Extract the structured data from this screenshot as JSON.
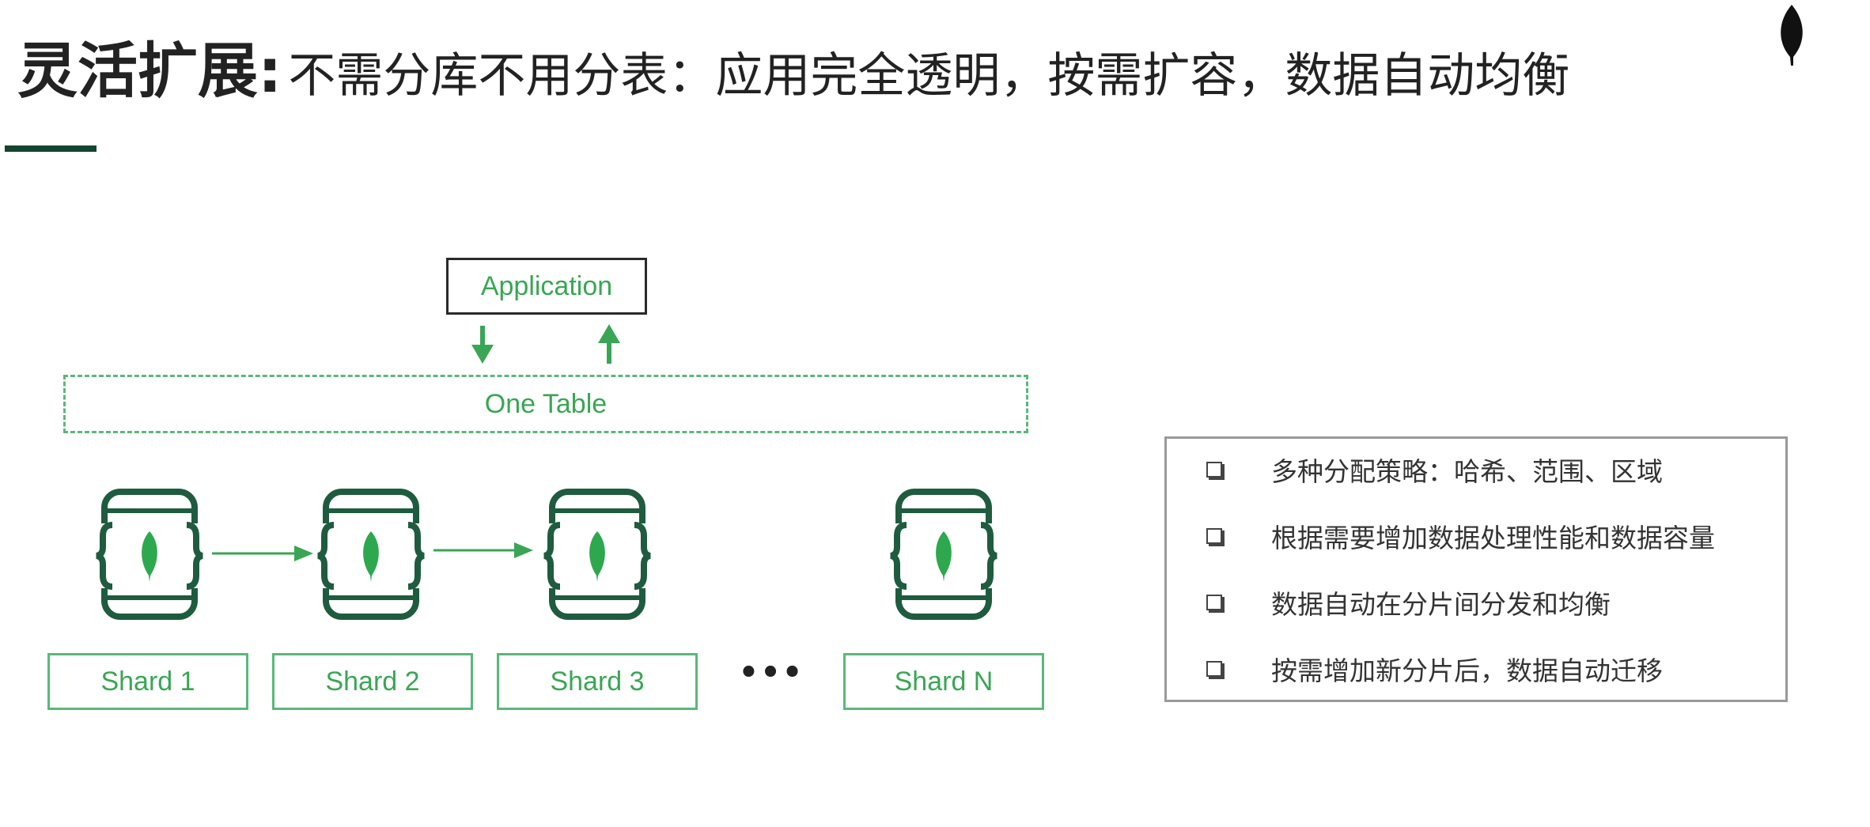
{
  "title": {
    "bold": "灵活扩展:",
    "subtitle": "不需分库不用分表：应用完全透明，按需扩容，数据自动均衡"
  },
  "diagram": {
    "application_label": "Application",
    "table_label": "One Table",
    "shards": [
      {
        "label": "Shard 1"
      },
      {
        "label": "Shard 2"
      },
      {
        "label": "Shard 3"
      },
      {
        "label": "Shard N"
      }
    ],
    "ellipsis": "•••"
  },
  "features": {
    "items": [
      "多种分配策略：哈希、范围、区域",
      "根据需要增加数据处理性能和数据容量",
      "数据自动在分片间分发和均衡",
      "按需增加新分片后，数据自动迁移"
    ]
  },
  "colors": {
    "accent_green": "#3aa655",
    "dark_green": "#1f5c3f",
    "title_text": "#222222"
  },
  "icons": {
    "logo": "mongodb-leaf-icon",
    "shard": "database-document-icon",
    "bullet": "checkbox-icon"
  }
}
